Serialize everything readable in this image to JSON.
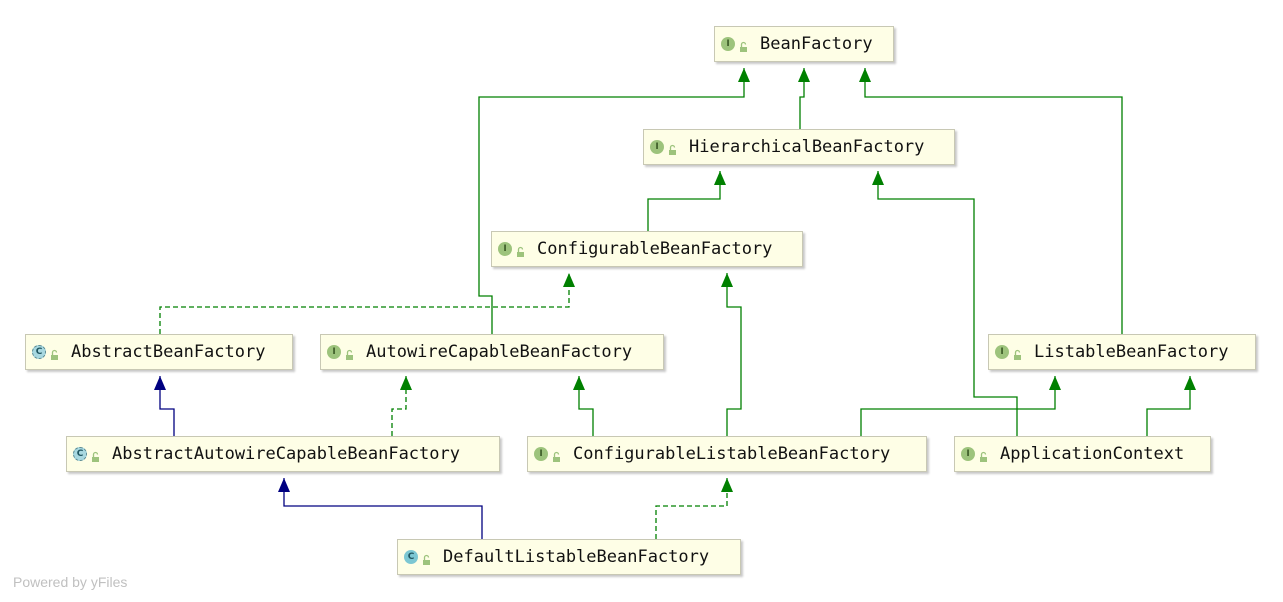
{
  "colors": {
    "extends_interface": "#008000",
    "extends_class": "#000080",
    "implements": "#008000",
    "node_fill": "#fefee6"
  },
  "nodes": [
    {
      "id": "BeanFactory",
      "label": "BeanFactory",
      "kind": "interface"
    },
    {
      "id": "HierarchicalBeanFactory",
      "label": "HierarchicalBeanFactory",
      "kind": "interface"
    },
    {
      "id": "ConfigurableBeanFactory",
      "label": "ConfigurableBeanFactory",
      "kind": "interface"
    },
    {
      "id": "AbstractBeanFactory",
      "label": "AbstractBeanFactory",
      "kind": "abstract-class"
    },
    {
      "id": "AutowireCapableBeanFactory",
      "label": "AutowireCapableBeanFactory",
      "kind": "interface"
    },
    {
      "id": "ListableBeanFactory",
      "label": "ListableBeanFactory",
      "kind": "interface"
    },
    {
      "id": "AbstractAutowireCapableBeanFactory",
      "label": "AbstractAutowireCapableBeanFactory",
      "kind": "abstract-class"
    },
    {
      "id": "ConfigurableListableBeanFactory",
      "label": "ConfigurableListableBeanFactory",
      "kind": "interface"
    },
    {
      "id": "ApplicationContext",
      "label": "ApplicationContext",
      "kind": "interface"
    },
    {
      "id": "DefaultListableBeanFactory",
      "label": "DefaultListableBeanFactory",
      "kind": "class"
    }
  ],
  "edges": [
    {
      "from": "HierarchicalBeanFactory",
      "to": "BeanFactory",
      "type": "extends"
    },
    {
      "from": "AutowireCapableBeanFactory",
      "to": "BeanFactory",
      "type": "extends"
    },
    {
      "from": "ListableBeanFactory",
      "to": "BeanFactory",
      "type": "extends"
    },
    {
      "from": "ConfigurableBeanFactory",
      "to": "HierarchicalBeanFactory",
      "type": "extends"
    },
    {
      "from": "ApplicationContext",
      "to": "HierarchicalBeanFactory",
      "type": "extends"
    },
    {
      "from": "AbstractBeanFactory",
      "to": "ConfigurableBeanFactory",
      "type": "implements"
    },
    {
      "from": "ConfigurableListableBeanFactory",
      "to": "ConfigurableBeanFactory",
      "type": "extends"
    },
    {
      "from": "ConfigurableListableBeanFactory",
      "to": "AutowireCapableBeanFactory",
      "type": "extends"
    },
    {
      "from": "ConfigurableListableBeanFactory",
      "to": "ListableBeanFactory",
      "type": "extends"
    },
    {
      "from": "ApplicationContext",
      "to": "ListableBeanFactory",
      "type": "extends"
    },
    {
      "from": "AbstractAutowireCapableBeanFactory",
      "to": "AbstractBeanFactory",
      "type": "extends-class"
    },
    {
      "from": "AbstractAutowireCapableBeanFactory",
      "to": "AutowireCapableBeanFactory",
      "type": "implements"
    },
    {
      "from": "DefaultListableBeanFactory",
      "to": "AbstractAutowireCapableBeanFactory",
      "type": "extends-class"
    },
    {
      "from": "DefaultListableBeanFactory",
      "to": "ConfigurableListableBeanFactory",
      "type": "implements"
    }
  ],
  "watermark": "Powered by yFiles"
}
